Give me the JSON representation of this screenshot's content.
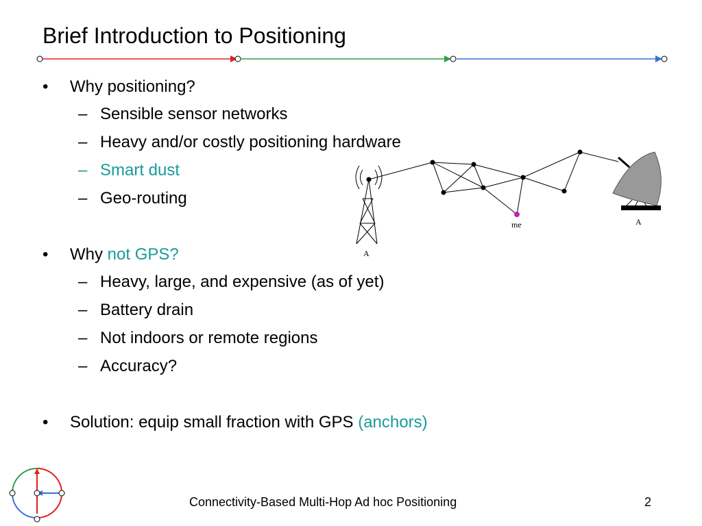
{
  "slide": {
    "title": "Brief Introduction to Positioning",
    "colors": {
      "red": "#e02020",
      "green": "#2e9e4e",
      "blue": "#3a6fd8",
      "accent": "#1a9a9a"
    },
    "bullets": [
      {
        "text": "Why positioning?",
        "subitems": [
          {
            "text": "Sensible sensor networks",
            "accent": false
          },
          {
            "text": "Heavy and/or costly positioning hardware",
            "accent": false
          },
          {
            "text": "Smart dust",
            "accent": true
          },
          {
            "text": "Geo-routing",
            "accent": false
          }
        ]
      },
      {
        "text": "Why ",
        "accent_text": "not GPS?",
        "subitems": [
          {
            "text": "Heavy, large, and expensive (as of yet)",
            "accent": false
          },
          {
            "text": "Battery drain",
            "accent": false
          },
          {
            "text": "Not indoors or remote regions",
            "accent": false
          },
          {
            "text": "Accuracy?",
            "accent": false
          }
        ]
      },
      {
        "text": "Solution: equip small fraction with GPS ",
        "accent_text": "(anchors)",
        "subitems": []
      }
    ],
    "diagram": {
      "tower_label": "A",
      "dish_label": "A",
      "me_label": "me"
    },
    "footer": {
      "text": "Connectivity-Based Multi-Hop Ad hoc Positioning",
      "page_number": "2"
    }
  }
}
